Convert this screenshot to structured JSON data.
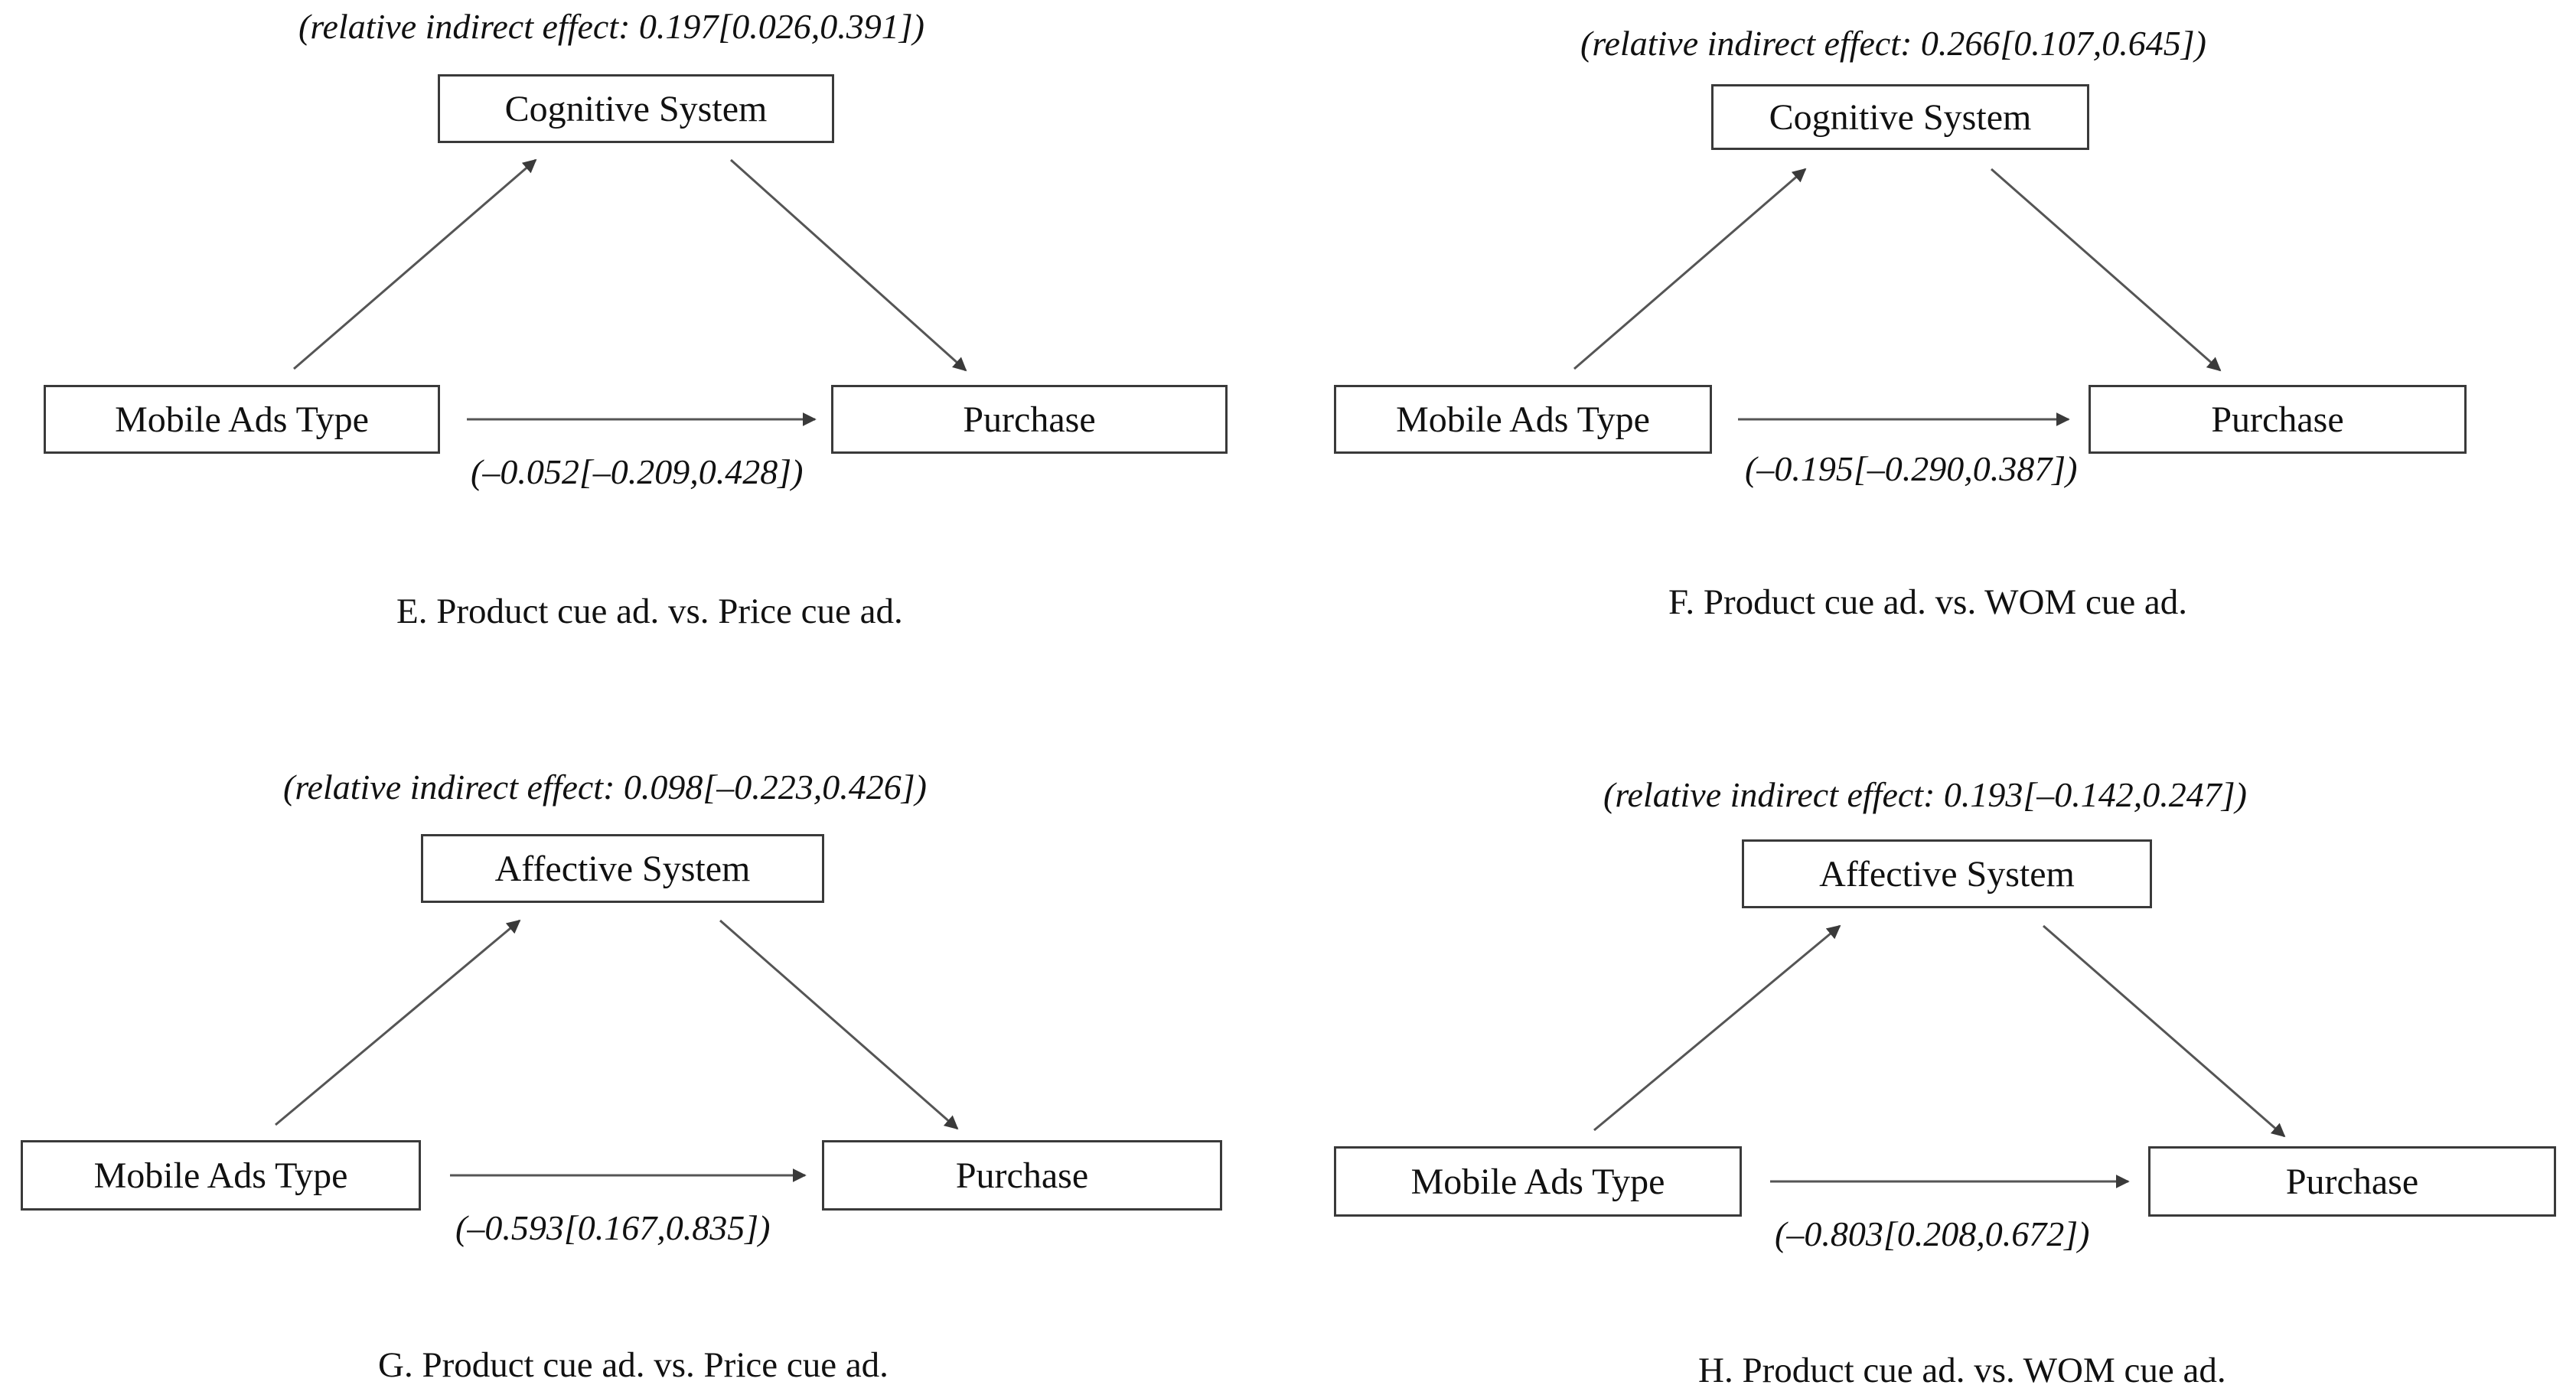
{
  "diagrams": [
    {
      "indirect_effect": "(relative indirect effect: 0.197[0.026,0.391])",
      "mediator": "Cognitive System",
      "predictor": "Mobile Ads Type",
      "outcome": "Purchase",
      "direct_effect": "(–0.052[–0.209,0.428])",
      "caption": "E. Product cue ad. vs. Price cue ad."
    },
    {
      "indirect_effect": "(relative indirect effect: 0.266[0.107,0.645])",
      "mediator": "Cognitive System",
      "predictor": "Mobile Ads Type",
      "outcome": "Purchase",
      "direct_effect": "(–0.195[–0.290,0.387])",
      "caption": "F. Product cue ad. vs. WOM cue ad."
    },
    {
      "indirect_effect": "(relative indirect effect: 0.098[–0.223,0.426])",
      "mediator": "Affective System",
      "predictor": "Mobile Ads Type",
      "outcome": "Purchase",
      "direct_effect": "(–0.593[0.167,0.835])",
      "caption": "G. Product cue ad. vs. Price cue ad."
    },
    {
      "indirect_effect": "(relative indirect effect: 0.193[–0.142,0.247])",
      "mediator": "Affective System",
      "predictor": "Mobile Ads Type",
      "outcome": "Purchase",
      "direct_effect": "(–0.803[0.208,0.672])",
      "caption": "H. Product cue ad. vs. WOM cue ad."
    }
  ]
}
